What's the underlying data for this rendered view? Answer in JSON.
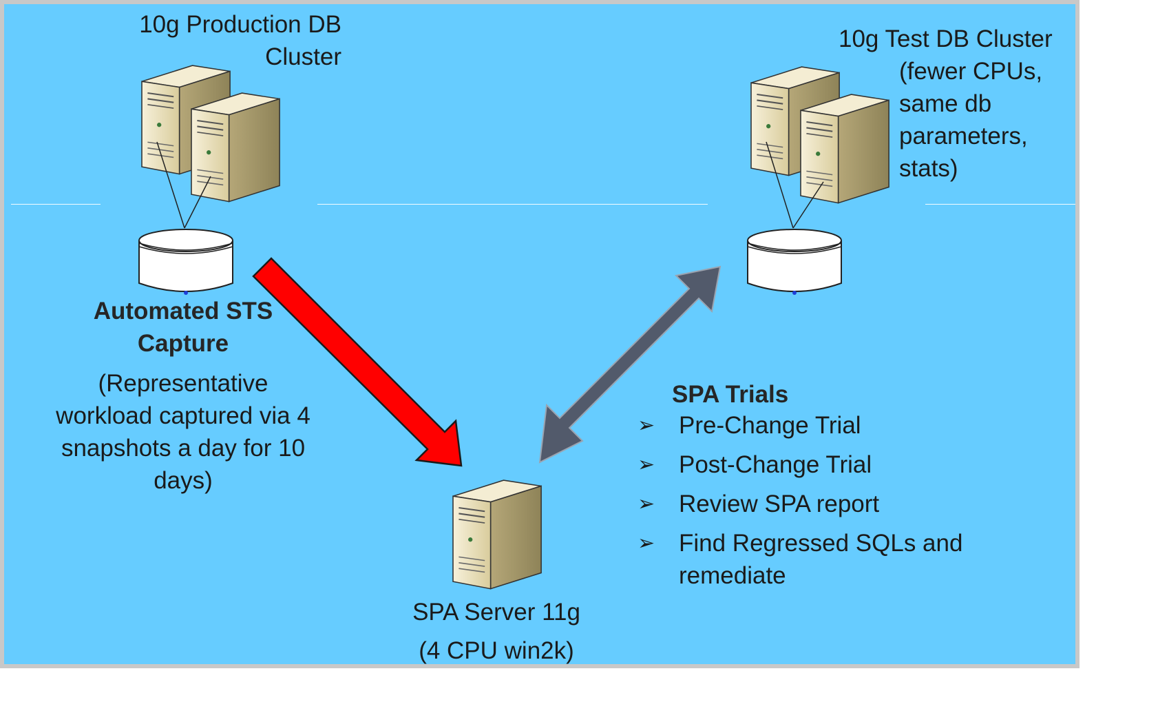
{
  "production": {
    "title_line1": "10g Production DB",
    "title_line2": "Cluster"
  },
  "test": {
    "lines": [
      "10g Test DB Cluster",
      "(fewer CPUs,",
      "same db",
      "parameters,",
      "stats)"
    ]
  },
  "capture": {
    "heading_line1": "Automated STS",
    "heading_line2": "Capture",
    "desc_lines": [
      "(Representative",
      "workload captured via 4",
      "snapshots a day for 10",
      "days)"
    ]
  },
  "spa_server": {
    "line1": "SPA Server 11g",
    "line2": "(4 CPU win2k)"
  },
  "trials": {
    "heading": "SPA Trials",
    "bullet_glyph": "➢",
    "items": [
      "Pre-Change Trial",
      "Post-Change Trial",
      "Review SPA report",
      "Find Regressed SQLs and remediate"
    ]
  },
  "colors": {
    "background": "#66ccff",
    "capture_arrow": "#ff0000",
    "trial_arrow": "#525a6b",
    "server_body": "#ede2bd"
  },
  "icons": {
    "server": "server-tower-icon",
    "database": "database-cylinder-icon"
  }
}
